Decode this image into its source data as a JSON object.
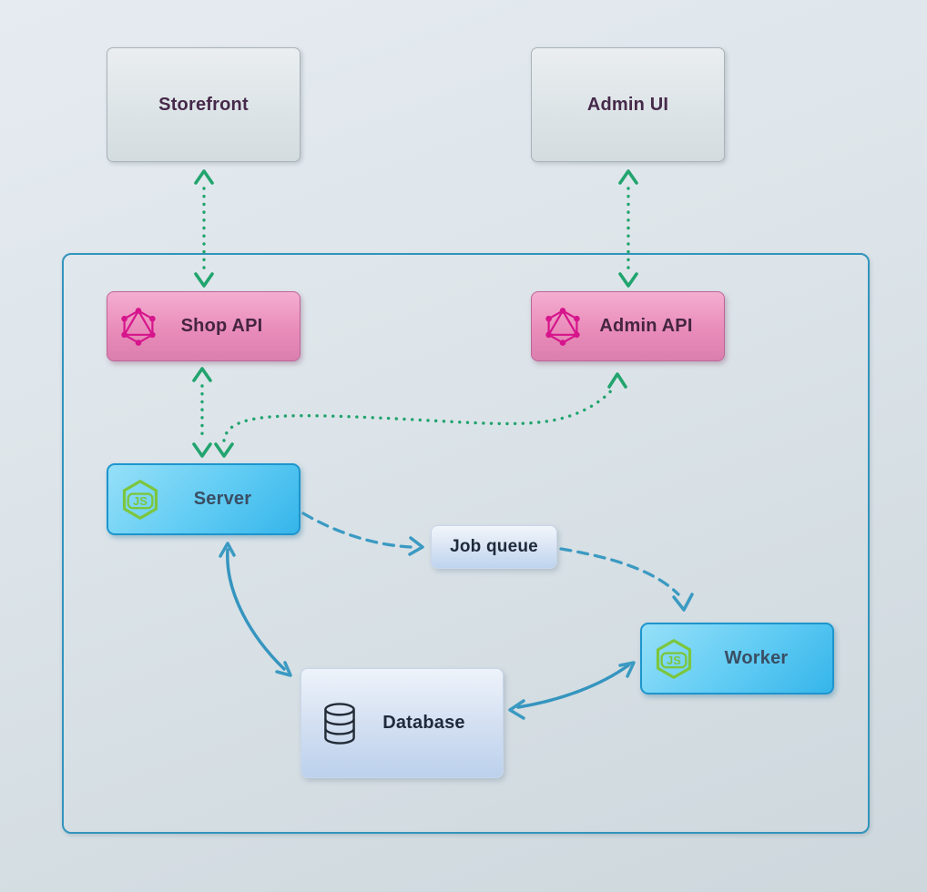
{
  "nodes": {
    "storefront": {
      "label": "Storefront"
    },
    "admin_ui": {
      "label": "Admin UI"
    },
    "shop_api": {
      "label": "Shop API",
      "icon": "graphql-icon"
    },
    "admin_api": {
      "label": "Admin API",
      "icon": "graphql-icon"
    },
    "server": {
      "label": "Server",
      "icon": "nodejs-icon"
    },
    "job_queue": {
      "label": "Job queue"
    },
    "worker": {
      "label": "Worker",
      "icon": "nodejs-icon"
    },
    "database": {
      "label": "Database",
      "icon": "database-icon"
    }
  },
  "connections": [
    {
      "from": "Storefront",
      "to": "Shop API",
      "style": "dotted",
      "color": "#22a46e",
      "bidirectional": true
    },
    {
      "from": "Admin UI",
      "to": "Admin API",
      "style": "dotted",
      "color": "#22a46e",
      "bidirectional": true
    },
    {
      "from": "Shop API",
      "to": "Server",
      "style": "dotted",
      "color": "#22a46e",
      "bidirectional": true
    },
    {
      "from": "Server",
      "to": "Admin API",
      "style": "dotted",
      "color": "#22a46e",
      "bidirectional": true
    },
    {
      "from": "Server",
      "to": "Job queue",
      "style": "dashed",
      "color": "#3b9ac2",
      "bidirectional": false
    },
    {
      "from": "Job queue",
      "to": "Worker",
      "style": "dashed",
      "color": "#3b9ac2",
      "bidirectional": false
    },
    {
      "from": "Server",
      "to": "Database",
      "style": "solid",
      "color": "#3595bf",
      "bidirectional": true
    },
    {
      "from": "Database",
      "to": "Worker",
      "style": "solid",
      "color": "#3595bf",
      "bidirectional": true
    }
  ],
  "colors": {
    "background_top": "#e6ebf1",
    "background_bottom": "#cdd7dc",
    "container_border": "#3194bc",
    "green_arrow": "#22a46e",
    "blue_arrow": "#3b9ac2",
    "pink_box": "#e98cba",
    "blue_box": "#5fcbf3",
    "light_blue_box": "#d9e4f4",
    "gray_box": "#dde4e7",
    "graphql_icon": "#d6158c",
    "nodejs_icon": "#7cc63e",
    "database_icon": "#222b36"
  }
}
